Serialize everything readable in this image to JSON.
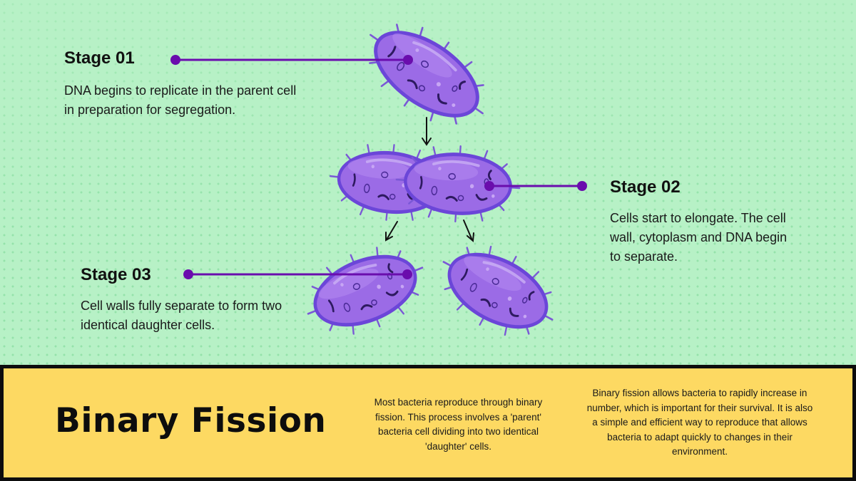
{
  "stages": [
    {
      "title": "Stage 01",
      "description": "DNA begins to replicate in the parent cell in preparation for segregation."
    },
    {
      "title": "Stage 02",
      "description": "Cells start to elongate. The cell wall, cytoplasm and DNA begin to separate."
    },
    {
      "title": "Stage 03",
      "description": "Cell walls fully separate to form two identical daughter cells."
    }
  ],
  "footer": {
    "title": "Binary Fission",
    "paragraph_1": "Most bacteria reproduce through binary fission. This process involves a 'parent' bacteria cell dividing into two identical 'daughter' cells.",
    "paragraph_2": "Binary fission allows bacteria to rapidly increase in number, which is important for their survival. It is also a simple and efficient way to reproduce that allows bacteria to adapt quickly to changes in their environment."
  },
  "colors": {
    "background_green": "#b7f1c6",
    "footer_yellow": "#fdd962",
    "connector_purple": "#6a0dad",
    "cell_fill": "#9b6be6",
    "cell_outline": "#6b46d8"
  }
}
